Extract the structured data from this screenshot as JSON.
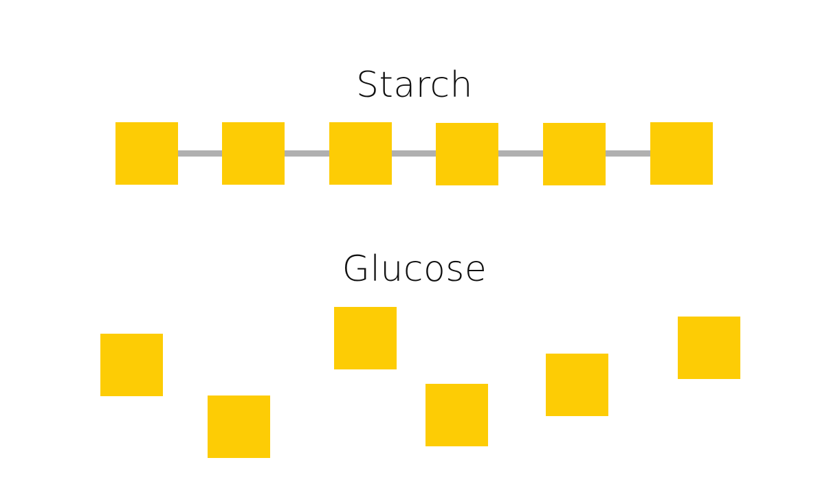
{
  "starch": {
    "label": "Starch",
    "unit_count": 6
  },
  "glucose": {
    "label": "Glucose",
    "unit_count": 6
  },
  "colors": {
    "unit": "#FDCC05",
    "bond": "#B0B0B0",
    "text": "#111111",
    "background": "#FFFFFF"
  }
}
